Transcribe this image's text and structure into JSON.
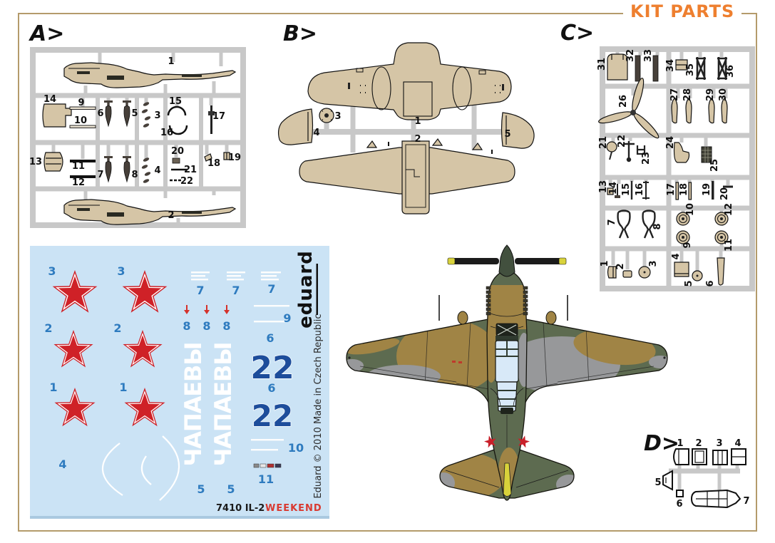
{
  "title": "KIT PARTS",
  "sprues": {
    "a": {
      "label": "A>",
      "parts": [
        "1",
        "2",
        "3",
        "4",
        "5",
        "6",
        "7",
        "8",
        "9",
        "10",
        "11",
        "12",
        "13",
        "14",
        "15",
        "16",
        "17",
        "18",
        "19",
        "20",
        "21",
        "22"
      ]
    },
    "b": {
      "label": "B>",
      "parts": [
        "1",
        "2",
        "3",
        "4",
        "5"
      ]
    },
    "c": {
      "label": "C>",
      "parts": [
        "1",
        "2",
        "3",
        "4",
        "5",
        "6",
        "7",
        "8",
        "9",
        "10",
        "11",
        "12",
        "13",
        "14",
        "15",
        "16",
        "17",
        "18",
        "19",
        "20",
        "21",
        "22",
        "23",
        "24",
        "25",
        "26",
        "27",
        "28",
        "29",
        "30",
        "31",
        "32",
        "33",
        "34",
        "35",
        "36"
      ]
    },
    "d": {
      "label": "D>",
      "parts": [
        "1",
        "2",
        "3",
        "4",
        "5",
        "6",
        "7"
      ]
    }
  },
  "decal": {
    "star_labels": [
      "3",
      "3",
      "2",
      "2",
      "1",
      "1"
    ],
    "stencil_label": "7",
    "arrow_label": "8",
    "tech_label": "9",
    "number_label": "6",
    "tactical_number": "22",
    "swirl_label": "4",
    "name_label": "5",
    "stripe_label": "10",
    "flag_label": "11",
    "name_text": "ЧАПАЕВЫ",
    "brand": "eduard",
    "copyright": "Eduard © 2010  Made in Czech Republic",
    "code": "7410  IL-2",
    "edition": "WEEKEND"
  },
  "colors": {
    "accent_orange": "#ee7f2f",
    "border_tan": "#b49b6b",
    "sprue_part_tan": "#d5c5a6",
    "sprue_runner_grey": "#c8c8c8",
    "decal_background": "#cbe3f5",
    "star_red": "#cf2127",
    "decal_blue": "#2e7bbf",
    "decal_navy": "#1d4d9b",
    "camo_green": "#5d6b50",
    "camo_tan": "#a08445",
    "camo_grey": "#97989a",
    "canopy_blue": "#d8e9f8"
  }
}
